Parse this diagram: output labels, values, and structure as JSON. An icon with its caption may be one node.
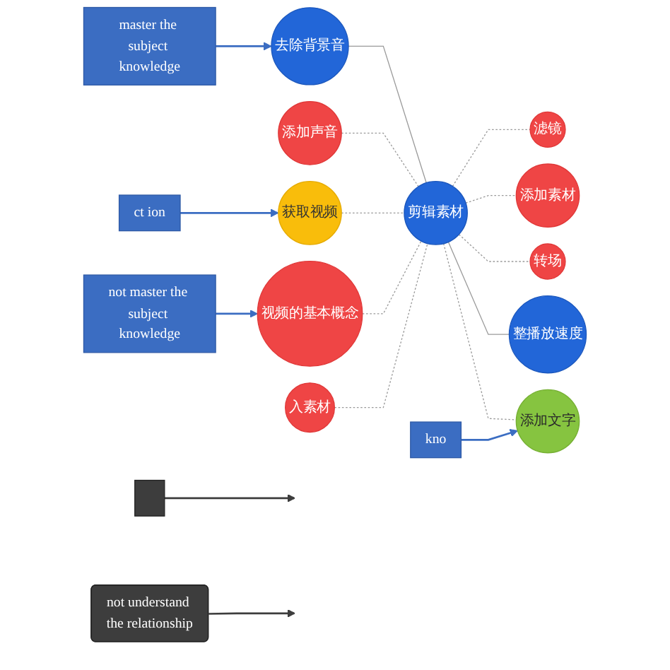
{
  "diagram": {
    "nodes": [
      {
        "text": [
          "ct ion"
        ]
      },
      {
        "text": [
          "not master the subject knowledge"
        ]
      },
      {
        "text": [
          "视频的基本概念"
        ]
      },
      {
        "text": [
          "添加声音"
        ]
      },
      {
        "text": [
          "获取视频"
        ]
      },
      {
        "text": [
          "master the subject knowledge"
        ]
      },
      {
        "text": [
          "去除背景音"
        ]
      },
      {
        "text": [
          "剪辑素材"
        ]
      },
      {
        "text": [
          "入素材"
        ]
      },
      {
        "text": [
          "添加文字"
        ]
      },
      {
        "text": [
          "kno"
        ]
      },
      {
        "text": [],
        "shape": "box"
      },
      {
        "text": [
          "整播放速度"
        ]
      },
      {
        "text": [
          "转场"
        ]
      },
      {
        "text": [
          "添加素材"
        ]
      },
      {
        "text": [
          "not understand the relationship"
        ]
      },
      {
        "text": [
          "滤镜"
        ]
      }
    ],
    "edges": [
      {
        "from": 0,
        "to": 4,
        "arrow": "to",
        "color": "#3b6dc2"
      },
      {
        "from": 1,
        "to": 2,
        "arrow": "to",
        "color": "#3b6dc2"
      },
      {
        "from": 2,
        "to": 7,
        "arrow": "none",
        "style": "dashed"
      },
      {
        "from": 3,
        "to": 7,
        "arrow": "none",
        "style": "dashed"
      },
      {
        "from": 4,
        "to": 7,
        "arrow": "none",
        "style": "dashed"
      },
      {
        "from": 5,
        "to": 6,
        "arrow": "to",
        "color": "#3b6dc2"
      },
      {
        "from": 6,
        "to": 7,
        "arrow": "none"
      },
      {
        "from": 8,
        "to": 7,
        "arrow": "none",
        "style": "dashed"
      },
      {
        "from": 7,
        "to": 9,
        "arrow": "none",
        "style": "dashed"
      },
      {
        "from": 10,
        "to": 9,
        "arrow": "to",
        "color": "#3b6dc2"
      },
      {
        "from": 11,
        "to": null,
        "arrow": "to",
        "color": "#3d3d3d"
      },
      {
        "from": 7,
        "to": 12,
        "arrow": "none"
      },
      {
        "from": 7,
        "to": 13,
        "arrow": "none",
        "style": "dashed"
      },
      {
        "from": 7,
        "to": 14,
        "arrow": "none",
        "style": "dashed"
      },
      {
        "from": 7,
        "to": 16,
        "arrow": "none",
        "style": "dashed"
      },
      {
        "from": 15,
        "to": null,
        "arrow": "to",
        "color": "#3d3d3d"
      }
    ]
  }
}
